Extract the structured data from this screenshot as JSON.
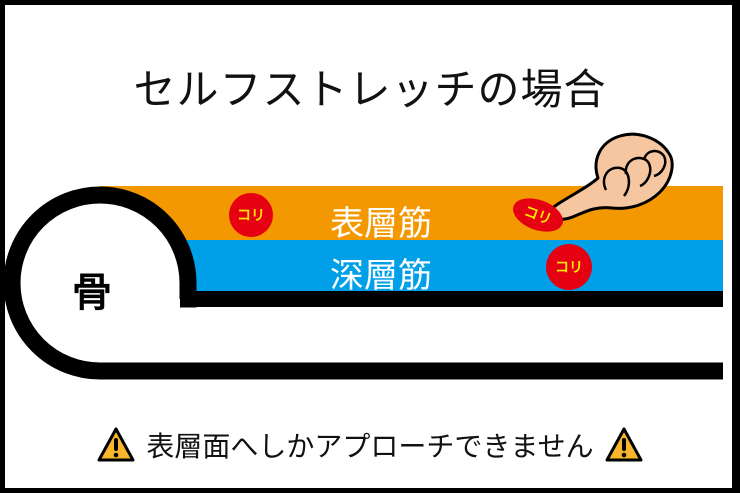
{
  "title": "セルフストレッチの場合",
  "diagram": {
    "bone_label": "骨",
    "layers": [
      {
        "label": "表層筋",
        "color": "#f39800"
      },
      {
        "label": "深層筋",
        "color": "#00a0e9"
      }
    ],
    "knots": [
      {
        "label": "コリ",
        "layer": "表層筋"
      },
      {
        "label": "コリ",
        "layer": "表層筋",
        "pressed_by": "hand"
      },
      {
        "label": "コリ",
        "layer": "深層筋"
      }
    ],
    "knot_color": "#e50012",
    "knot_text_color": "#ffea00",
    "hand_icon": "pointing-hand-icon"
  },
  "warning": {
    "icon": "warning-icon",
    "text": "表層面へしかアプローチできません",
    "icon_color": "#f8b62d"
  }
}
